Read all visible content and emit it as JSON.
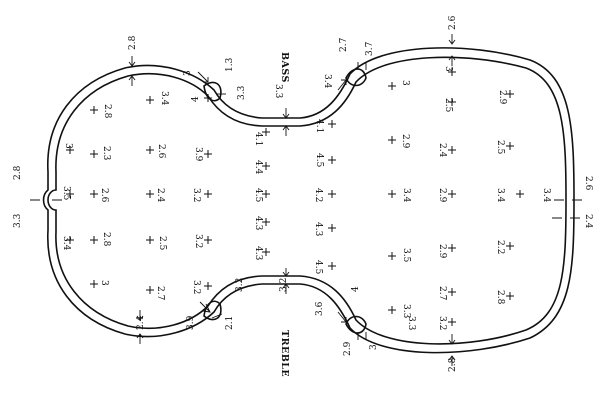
{
  "side_labels": {
    "bass": "BASS",
    "treble": "TREBLE"
  },
  "edge_thickness": {
    "e01": "2.8",
    "e02": "3",
    "e03": "1.3",
    "e04": "3.3",
    "e05": "2.7",
    "e06": "3.7",
    "e07": "2.6",
    "e08": "2.8",
    "e09": "3.3",
    "e10": "2.6",
    "e11": "2.4",
    "e12": "2.4",
    "e13": "3.9",
    "e14": "2.1",
    "e15": "3.2",
    "e16": "2.9",
    "e17": "3",
    "e18": "2.8",
    "e19": "3.3",
    "e20": "3.2",
    "e21": "3.6",
    "e22": "4"
  },
  "plate_thickness": {
    "p01": "2.8",
    "p02": "3.4",
    "p03": "4",
    "p04": "3.3",
    "p05": "3.4",
    "p06": "3",
    "p07": "3",
    "p08": "2.5",
    "p09": "2.9",
    "p10": "3",
    "p11": "2.3",
    "p12": "2.6",
    "p13": "3.9",
    "p14": "4.1",
    "p15": "4.1",
    "p16": "2.9",
    "p17": "2.4",
    "p18": "2.5",
    "p19": "3.5",
    "p20": "2.6",
    "p21": "2.4",
    "p22": "3.2",
    "p23": "4.4",
    "p24": "4.5",
    "p25": "4.5",
    "p26": "4.2",
    "p27": "3.4",
    "p28": "2.9",
    "p29": "3.4",
    "p30": "3.4",
    "p31": "3.4",
    "p32": "2.8",
    "p33": "2.5",
    "p34": "3.2",
    "p35": "4.3",
    "p36": "4.3",
    "p37": "4.3",
    "p38": "4.5",
    "p39": "3.5",
    "p40": "2.9",
    "p41": "2.2",
    "p42": "3",
    "p43": "2.7",
    "p44": "3.2",
    "p45": "2.7",
    "p46": "2.8",
    "p47": "3.3",
    "p48": "3.2"
  }
}
